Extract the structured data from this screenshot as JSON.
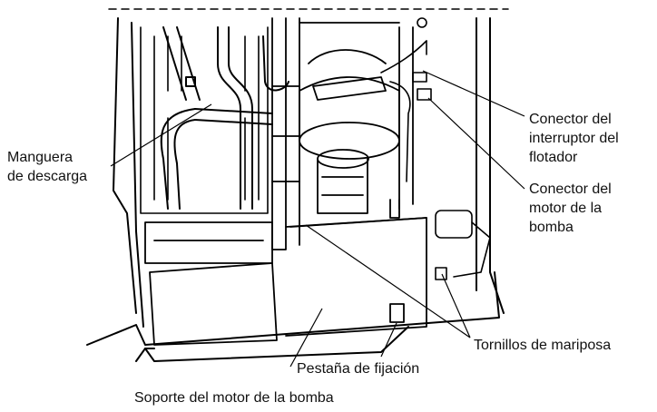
{
  "labels": {
    "manguera": [
      "Manguera",
      "de descarga"
    ],
    "interruptor": [
      "Conector del",
      "interruptor del",
      "flotador"
    ],
    "motor": [
      "Conector del",
      "motor de la",
      "bomba"
    ],
    "tornillos": "Tornillos de mariposa",
    "pestana": "Pestaña de fijación",
    "soporte": "Soporte del motor de la bomba"
  }
}
